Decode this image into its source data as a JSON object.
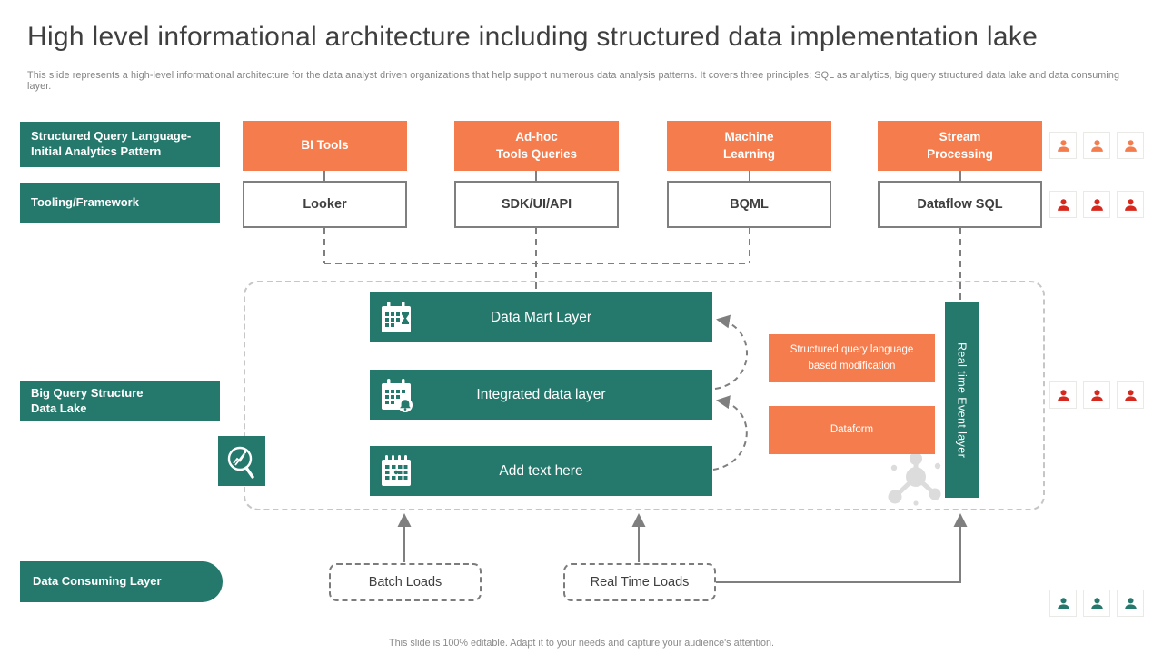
{
  "title": "High level informational architecture including structured data implementation lake",
  "subtitle": "This slide represents a high-level informational architecture for the data analyst driven organizations that help support numerous data analysis patterns. It covers three principles; SQL as analytics, big query structured data lake and data consuming layer.",
  "footer": "This slide is 100% editable. Adapt it to your needs and capture your audience's attention.",
  "colors": {
    "teal": "#24796C",
    "orange": "#F57C4D",
    "red": "#D7281D",
    "connector_gray": "#7F7F7F",
    "text_dark": "#3F3F3F",
    "watermark_gray": "#DCDCDC"
  },
  "row_labels": {
    "analytics_pattern": "Structured Query Language-\nInitial Analytics Pattern",
    "tooling": "Tooling/Framework",
    "big_query": "Big Query Structure\nData Lake",
    "data_consuming": "Data Consuming Layer"
  },
  "columns": [
    {
      "category": "BI Tools",
      "tool": "Looker"
    },
    {
      "category": "Ad-hoc\nTools Queries",
      "tool": "SDK/UI/API"
    },
    {
      "category": "Machine\nLearning",
      "tool": "BQML"
    },
    {
      "category": "Stream\nProcessing",
      "tool": "Dataflow SQL"
    }
  ],
  "lake": {
    "bars": [
      {
        "label": "Data Mart Layer",
        "icon": "calendar-hourglass-icon"
      },
      {
        "label": "Integrated data layer",
        "icon": "calendar-bell-icon"
      },
      {
        "label": "Add text here",
        "icon": "calendar-icon"
      }
    ],
    "side_boxes": [
      {
        "label": "Structured query language\nbased modification"
      },
      {
        "label": "Dataform"
      }
    ],
    "vertical_label": "Real time Event layer",
    "corner_icon": "analytics-search-icon",
    "watermark_icon": "network-icon"
  },
  "consuming": {
    "loads": [
      {
        "label": "Batch Loads"
      },
      {
        "label": "Real Time Loads"
      }
    ]
  },
  "user_groups": [
    {
      "name": "analytics-users",
      "color": "orange",
      "count": 3
    },
    {
      "name": "tooling-users",
      "color": "red",
      "count": 3
    },
    {
      "name": "lake-users",
      "color": "red",
      "count": 3
    },
    {
      "name": "consuming-users",
      "color": "teal",
      "count": 3
    }
  ]
}
